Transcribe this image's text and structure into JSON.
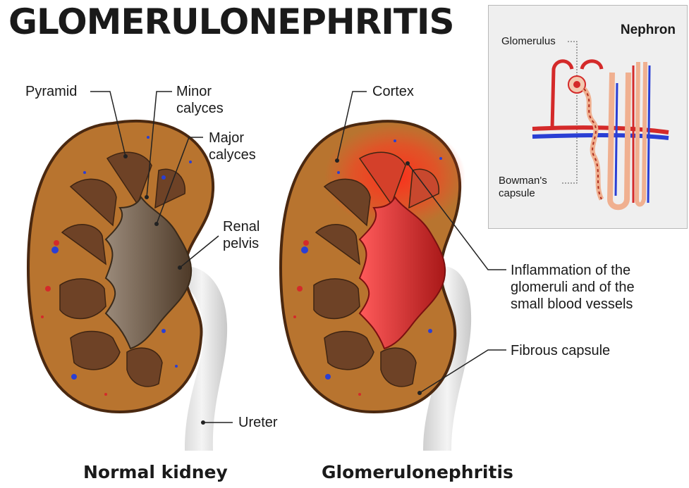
{
  "title": "GLOMERULONEPHRITIS",
  "captions": {
    "normal": "Normal kidney",
    "disease": "Glomerulonephritis"
  },
  "labels": {
    "pyramid": "Pyramid",
    "minor_calyces": [
      "Minor",
      "calyces"
    ],
    "major_calyces": [
      "Major",
      "calyces"
    ],
    "renal_pelvis": [
      "Renal",
      "pelvis"
    ],
    "ureter": "Ureter",
    "cortex": "Cortex",
    "inflammation": [
      "Inflammation of the",
      "glomeruli and of the",
      "small blood vessels"
    ],
    "fibrous_capsule": "Fibrous capsule"
  },
  "inset": {
    "title": "Nephron",
    "glomerulus": "Glomerulus",
    "bowmans_capsule": [
      "Bowman's",
      "capsule"
    ]
  },
  "colors": {
    "kidney_fill": "#b8742f",
    "kidney_outline": "#4a2810",
    "pyramid": "#6e4226",
    "pelvis_normal": "#7a6a5a",
    "pelvis_inflamed": "#e2373a",
    "artery": "#d42a2a",
    "vein": "#2a3fd4",
    "ureter": "#e4e4e4"
  }
}
